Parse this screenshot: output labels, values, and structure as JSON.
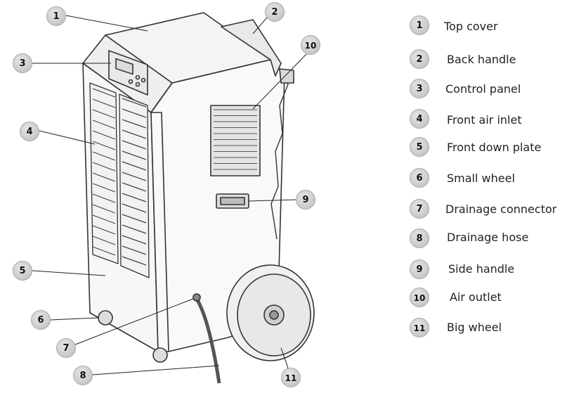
{
  "diagram": {
    "parts": [
      {
        "num": "1",
        "label": "Top cover"
      },
      {
        "num": "2",
        "label": "Back handle"
      },
      {
        "num": "3",
        "label": "Control panel"
      },
      {
        "num": "4",
        "label": "Front air inlet"
      },
      {
        "num": "5",
        "label": "Front down plate"
      },
      {
        "num": "6",
        "label": "Small wheel"
      },
      {
        "num": "7",
        "label": "Drainage connector"
      },
      {
        "num": "8",
        "label": "Drainage hose"
      },
      {
        "num": "9",
        "label": "Side handle"
      },
      {
        "num": "10",
        "label": "Air outlet"
      },
      {
        "num": "11",
        "label": "Big wheel"
      }
    ]
  }
}
